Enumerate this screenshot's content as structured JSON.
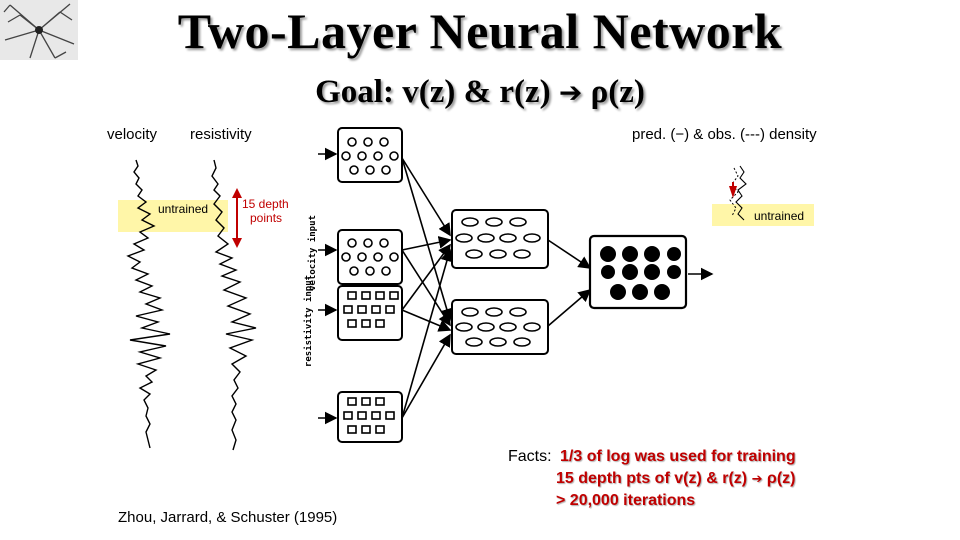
{
  "title": "Two-Layer Neural Network",
  "goal": {
    "prefix": "Goal: v(z) & r(z)",
    "arrow": "➔",
    "suffix": "ρ(z)"
  },
  "logs": {
    "velocity_label": "velocity",
    "resistivity_label": "resistivity",
    "untrained_label": "untrained",
    "depth_label_1": "15 depth",
    "depth_label_2": "points"
  },
  "network": {
    "velocity_input_label": "velocity input",
    "resistivity_input_label": "resistivity input"
  },
  "density": {
    "label": "pred. (−) & obs. (---) density",
    "untrained_label": "untrained"
  },
  "citation": "Zhou, Jarrard, & Schuster (1995)",
  "facts": {
    "heading": "Facts:",
    "items": [
      "1/3 of log was used for training",
      "15 depth pts of v(z) & r(z)",
      "> 20,000 iterations"
    ],
    "item2_arrow": "➔",
    "item2_suffix": "ρ(z)"
  },
  "colors": {
    "highlight": "#fff6a8",
    "accent": "#c00000"
  }
}
